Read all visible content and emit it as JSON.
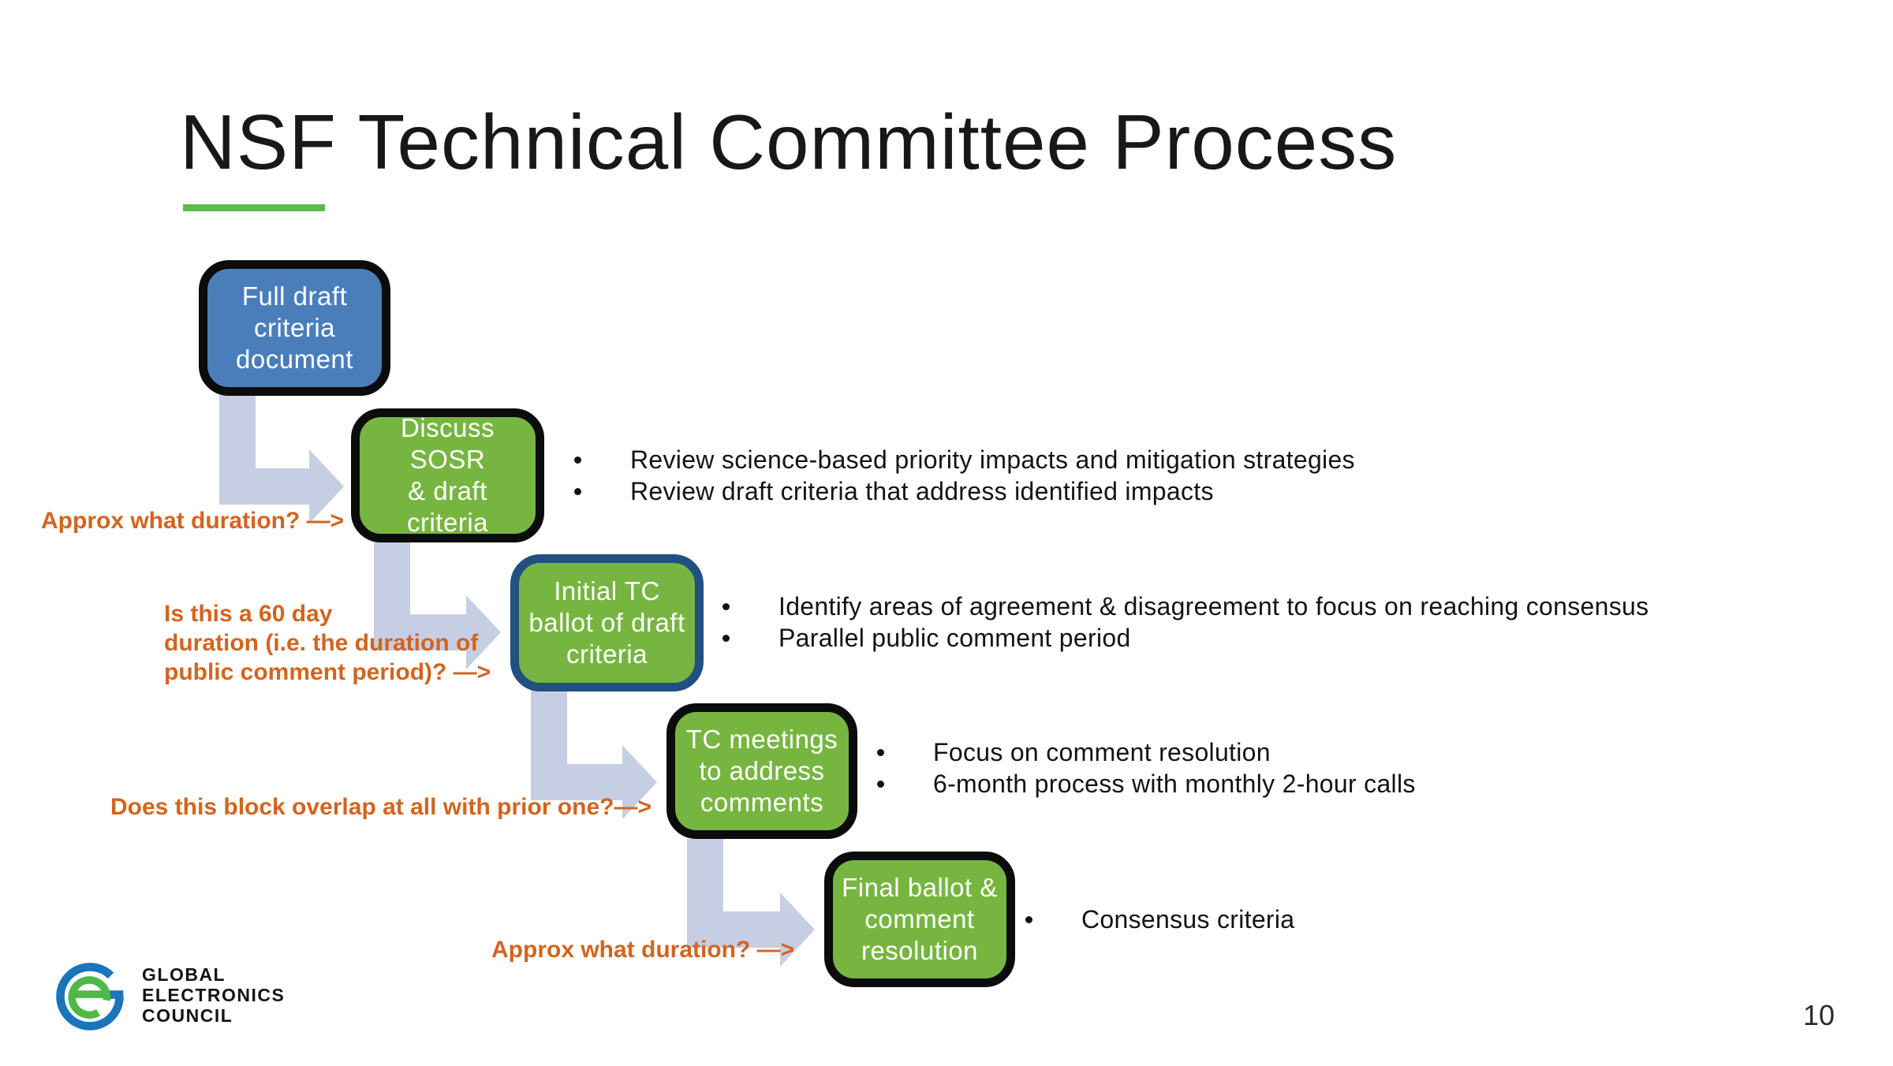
{
  "slide": {
    "title": "NSF Technical Committee Process",
    "page_number": "10"
  },
  "colors": {
    "blue_box_fill": "#4A7EBB",
    "green_box_fill": "#77B541",
    "black_border": "#0C0C0C",
    "navy_border": "#215081",
    "arrow_fill": "#C6CEE3",
    "annotation_orange": "#D3641E",
    "title_underline_green": "#5CBE49",
    "logo_blue": "#1B75BB",
    "logo_green": "#50B848"
  },
  "steps": [
    {
      "name": "full-draft-criteria-document",
      "lines": [
        "Full draft",
        "criteria",
        "document"
      ],
      "bullets": []
    },
    {
      "name": "discuss-sosr-draft-criteria",
      "lines": [
        "Discuss SOSR",
        "& draft",
        "criteria"
      ],
      "bullets": [
        "Review science-based priority impacts and mitigation strategies",
        "Review draft criteria that address identified impacts"
      ]
    },
    {
      "name": "initial-tc-ballot",
      "lines": [
        "Initial TC",
        "ballot of draft",
        "criteria"
      ],
      "bullets": [
        "Identify areas of agreement & disagreement to focus on reaching consensus",
        "Parallel public comment period"
      ]
    },
    {
      "name": "tc-meetings-address-comments",
      "lines": [
        "TC meetings",
        "to address",
        "comments"
      ],
      "bullets": [
        "Focus on comment resolution",
        "6-month process with monthly 2-hour calls"
      ]
    },
    {
      "name": "final-ballot-comment-resolution",
      "lines": [
        "Final ballot &",
        "comment",
        "resolution"
      ],
      "bullets": [
        "Consensus criteria"
      ]
    }
  ],
  "annotations": {
    "a1": "Approx what duration? —>",
    "a2_lines": [
      "Is this a 60 day",
      "duration (i.e. the duration of",
      "public comment period)? —>"
    ],
    "a3": "Does this block overlap at all with prior one?—>",
    "a4": "Approx what duration? —>"
  },
  "logo": {
    "lines": [
      "GLOBAL",
      "ELECTRONICS",
      "COUNCIL"
    ]
  }
}
